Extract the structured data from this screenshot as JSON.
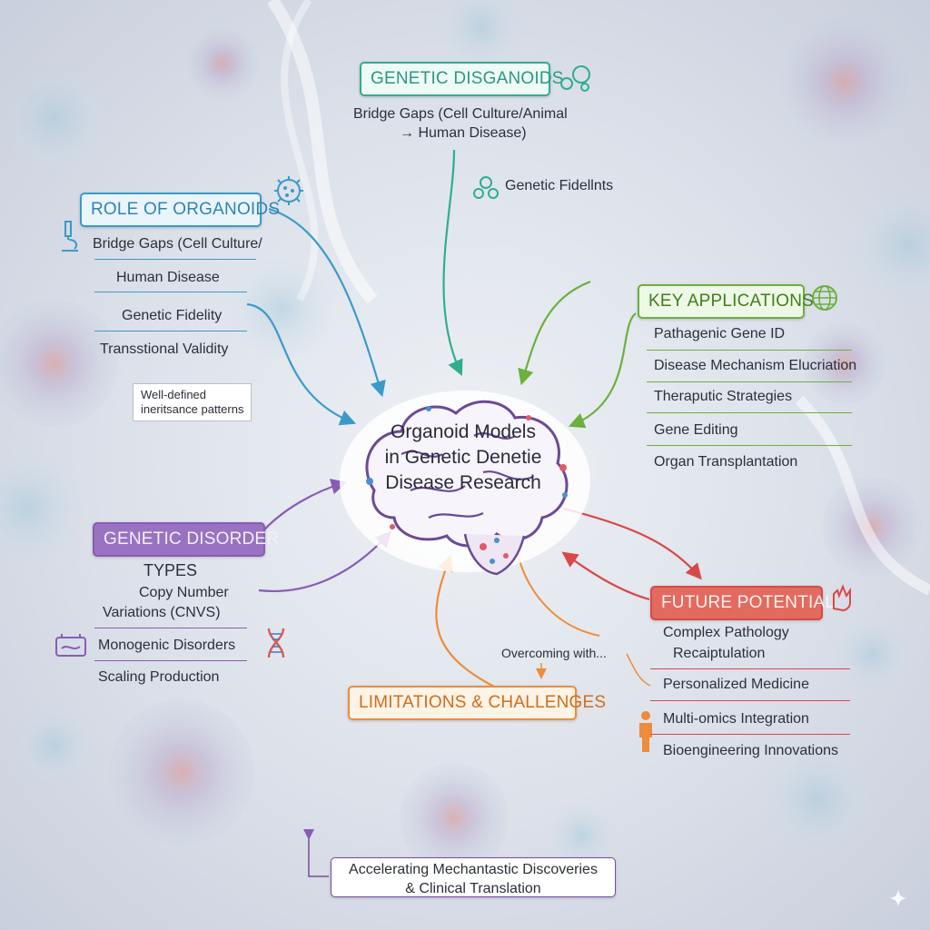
{
  "center": {
    "line1": "Organoid Models",
    "line2": "in Genetic Denetie",
    "line3": "Disease Research"
  },
  "top": {
    "header": "GENETIC DISGANOIDS",
    "line1": "Bridge Gaps (Cell Culture/Animal",
    "line2": "→ Human Disease)",
    "fidelity": "Genetic Fidellnts",
    "color": "#2fae8f"
  },
  "role": {
    "header": "ROLE OF ORGANOIDS",
    "items": [
      "Bridge Gaps (Cell Culture/",
      "Human Disease",
      "Genetic Fidelity",
      "Transstional Validity"
    ],
    "note_line1": "Well-defined",
    "note_line2": "ineritsance patterns",
    "color": "#3a9bc8"
  },
  "key": {
    "header": "KEY APPLICATIONS",
    "items": [
      "Pathagenic Gene ID",
      "Disease Mechanism Elucriation",
      "Theraputic Strategies",
      "Gene Editing",
      "Organ Transplantation"
    ],
    "color": "#6cb03d"
  },
  "disorder": {
    "header": "GENETIC DISORDER",
    "sub": "TYPES",
    "items": [
      "Copy Number",
      "Variations (CNVS)",
      "Monogenic Disorders",
      "Scaling Production"
    ],
    "color": "#8a5bb5"
  },
  "limits": {
    "header": "LIMITATIONS & CHALLENGES",
    "overcoming": "Overcoming with...",
    "color": "#ee8c3a"
  },
  "future": {
    "header": "FUTURE POTENTIAL",
    "items": [
      "Complex Pathology",
      "Recaiptulation",
      "Personalized Medicine",
      "Multi-omics Integration",
      "Bioengineering Innovations"
    ],
    "color": "#d94848"
  },
  "bottom": {
    "line1": "Accelerating Mechantastic Discoveries",
    "line2": "& Clinical Translation",
    "color": "#7a4a9a"
  }
}
